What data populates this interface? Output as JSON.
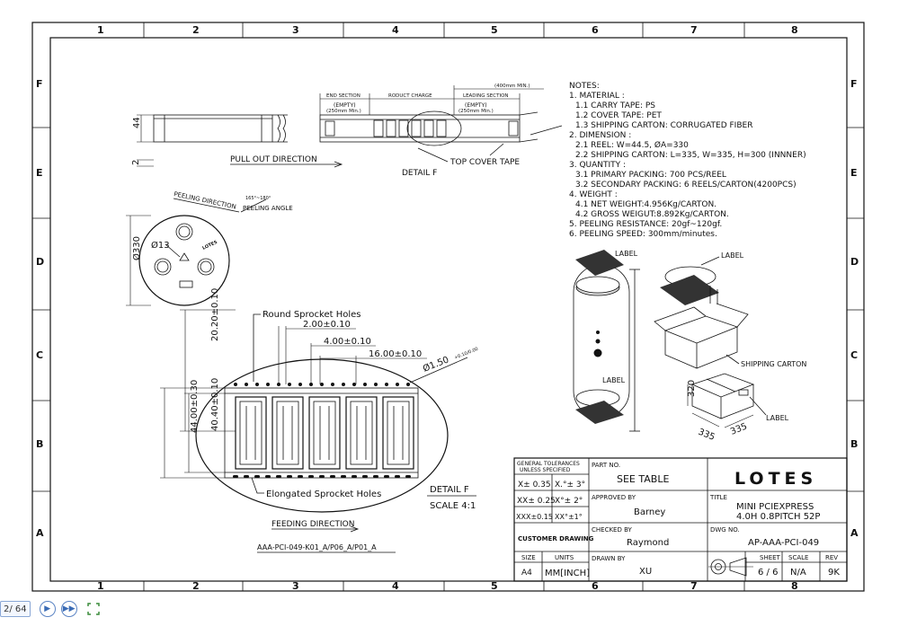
{
  "title_block": {
    "company": "LOTES",
    "part_no_label": "PART NO.",
    "part_no": "SEE TABLE",
    "title_label": "TITLE",
    "title_line1": "MINI PCIEXPRESS",
    "title_line2": "4.0H 0.8PITCH 52P",
    "approved_label": "APPROVED BY",
    "approved_by": "Barney",
    "checked_label": "CHECKED BY",
    "checked_by": "Raymond",
    "drawn_label": "DRAWN BY",
    "drawn_by": "XU",
    "dwg_label": "DWG NO.",
    "dwg_no": "AP-AAA-PCI-049",
    "tol_header1": "GENERAL TOLERANCES",
    "tol_header2": "UNLESS SPECIFIED",
    "tol_x": "X± 0.35",
    "tol_xx": "XX± 0.25",
    "tol_xxx": "XXX±0.15",
    "tol_a1": "X.°± 3°",
    "tol_a2": "X°± 2°",
    "tol_a3": "XX°±1°",
    "customer_drawing": "CUSTOMER DRAWING",
    "size_label": "SIZE",
    "size": "A4",
    "units_label": "UNITS",
    "units": "MM[INCH]",
    "sheet_label": "SHEET",
    "sheet": "6 / 6",
    "scale_label": "SCALE",
    "scale": "N/A",
    "rev_label": "REV",
    "rev": "9K"
  },
  "border": {
    "columns": [
      "1",
      "2",
      "3",
      "4",
      "5",
      "6",
      "7",
      "8"
    ],
    "rows": [
      "F",
      "E",
      "D",
      "C",
      "B",
      "A"
    ]
  },
  "notes": [
    "NOTES:",
    "1. MATERIAL :",
    "  1.1 CARRY TAPE: PS",
    "  1.2 COVER TAPE: PET",
    "  1.3 SHIPPING CARTON: CORRUGATED FIBER",
    "2. DIMENSION :",
    "  2.1 REEL: W=44.5, ØA=330",
    "  2.2 SHIPPING CARTON: L=335, W=335, H=300 (INNNER)",
    "3. QUANTITY :",
    "  3.1 PRIMARY PACKING: 700 PCS/REEL",
    "  3.2 SECONDARY PACKING: 6 REELS/CARTON(4200PCS)",
    "4. WEIGHT :",
    "  4.1 NET WEIGHT:4.956Kg/CARTON.",
    "  4.2 GROSS WEIGUT:8.892Kg/CARTON.",
    "5. PEELING RESISTANCE: 20gf~120gf.",
    "6. PEELING SPEED: 300mm/minutes."
  ],
  "tape_view": {
    "dim_44": "44",
    "dim_2": "2",
    "pull_out": "PULL OUT DIRECTION",
    "min_400": "(400mm MIN.)",
    "end_section": "END SECTION",
    "product_charge": "RODUCT CHARGE",
    "leading_section": "LEADING SECTION",
    "empty": "(EMPTY)",
    "min_250": "(250mm Min.)",
    "detail_f": "DETAIL F",
    "top_cover": "TOP COVER TAPE"
  },
  "reel_view": {
    "peeling_direction": "PEELING DIRECTION",
    "peeling_angle": "PEELING ANGLE",
    "angle_range": "165°~180°",
    "hub_dia": "Ø13",
    "reel_dia": "Ø330",
    "brand": "LOTES"
  },
  "detail_view": {
    "round_holes": "Round Sprocket Holes",
    "elongated_holes": "Elongated Sprocket Holes",
    "d_200": "2.00±0.10",
    "d_400": "4.00±0.10",
    "d_1600": "16.00±0.10",
    "d_150": "Ø1.50",
    "d_150_tol": "+0.10/0.00",
    "d_2020": "20.20±0.10",
    "d_4400": "44.00±0.30",
    "d_4040": "40.40±0.10",
    "title": "DETAIL F",
    "scale": "SCALE 4:1",
    "feeding": "FEEDING DIRECTION",
    "file_ref": "AAA-PCI-049-K01_A/P06_A/P01_A"
  },
  "packing_view": {
    "label": "LABEL",
    "shipping_carton": "SHIPPING CARTON",
    "h": "320",
    "l": "335",
    "w": "335"
  },
  "pager": {
    "page": "2",
    "total": "/ 64"
  }
}
